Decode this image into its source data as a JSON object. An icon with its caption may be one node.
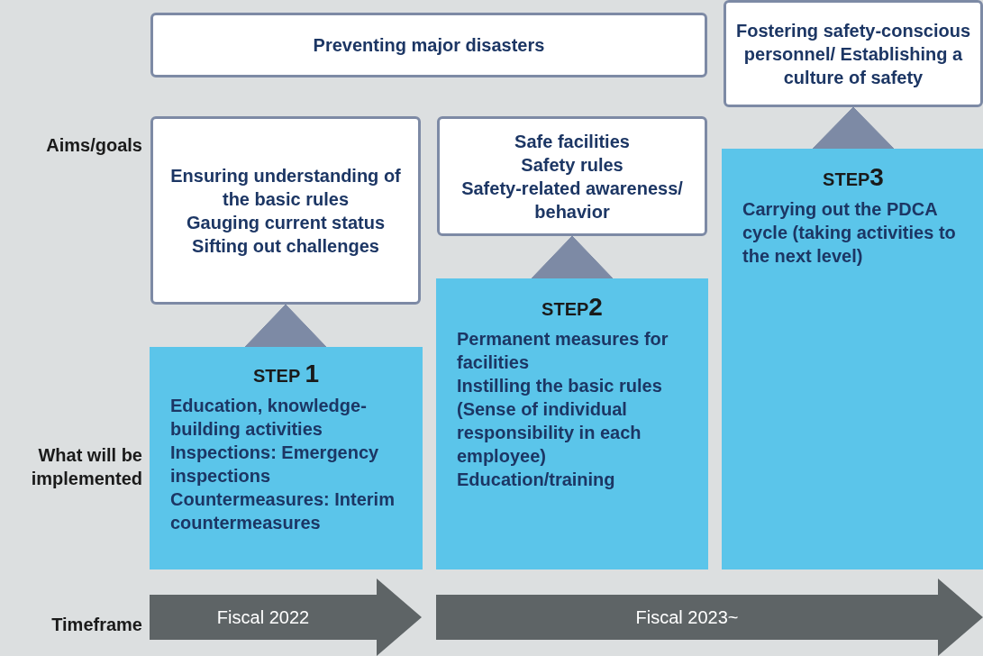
{
  "diagram": {
    "nodes": [
      {
        "text": [
          "Preventing major disasters"
        ]
      },
      {
        "text": [
          "Fostering safety-conscious personnel/ Establishing a culture of safety"
        ]
      },
      {
        "text": [
          "Ensuring understanding of the basic rules",
          "Gauging current status",
          "Sifting out challenges"
        ]
      },
      {
        "text": [
          "Safe facilities",
          "Safety rules",
          "Safety-related awareness/ behavior"
        ]
      },
      {
        "text": [
          "STEP **1**",
          "Education, knowledge-building activities",
          "Inspections: Emergency inspections",
          "Countermeasures: Interim countermeasures"
        ]
      },
      {
        "text": [
          "STEP**2**",
          "Permanent measures for facilities",
          "Instilling the basic rules (Sense of individual responsibility in each employee)",
          "Education/training"
        ]
      },
      {
        "text": [
          "STEP**3**",
          "Carrying out the PDCA cycle (taking activities to the next level)"
        ]
      },
      {
        "text": [
          "Fiscal 2022"
        ]
      },
      {
        "text": [
          "Fiscal 2023~"
        ]
      }
    ],
    "edges": [
      {
        "from": 4,
        "to": 2,
        "arrow": "to"
      },
      {
        "from": 5,
        "to": 3,
        "arrow": "to"
      },
      {
        "from": 6,
        "to": 1,
        "arrow": "to"
      }
    ],
    "labels": [
      "Aims/goals",
      "What will be implemented",
      "Timeframe"
    ]
  }
}
